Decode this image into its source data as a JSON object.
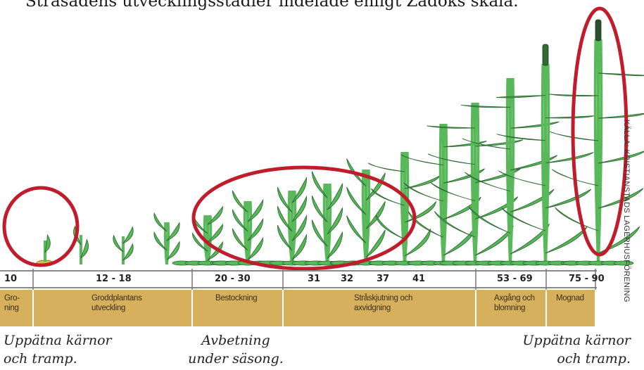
{
  "title": "Stråsädens utvecklingsstadier indelade enligt Zadoks skala.",
  "source": "KÄLLA: KRISTIANSTADS LAGERHUSFÖRENING",
  "scale_numbers": [
    "10",
    "12 - 18",
    "20 - 30",
    "31",
    "32",
    "37",
    "41",
    "53 - 69",
    "75 - 90"
  ],
  "stages": [
    {
      "label": "Gro-\nning"
    },
    {
      "label": "Groddplantans\nutveckling"
    },
    {
      "label": "Bestockning"
    },
    {
      "label": "Stråskjutning och\naxvidgning"
    },
    {
      "label": "Axgång och\nblomning"
    },
    {
      "label": "Mognad"
    }
  ],
  "captions": [
    "Uppätna kärnor\noch tramp.",
    "Avbetning\nunder säsong.",
    "Uppätna kärnor\noch tramp."
  ],
  "colors": {
    "plant": "#58b85a",
    "plant_outline": "#2f6b33",
    "stage_band": "#d6b05c",
    "highlight_ring": "#c01c2c",
    "seed": "#d9bf4a"
  }
}
